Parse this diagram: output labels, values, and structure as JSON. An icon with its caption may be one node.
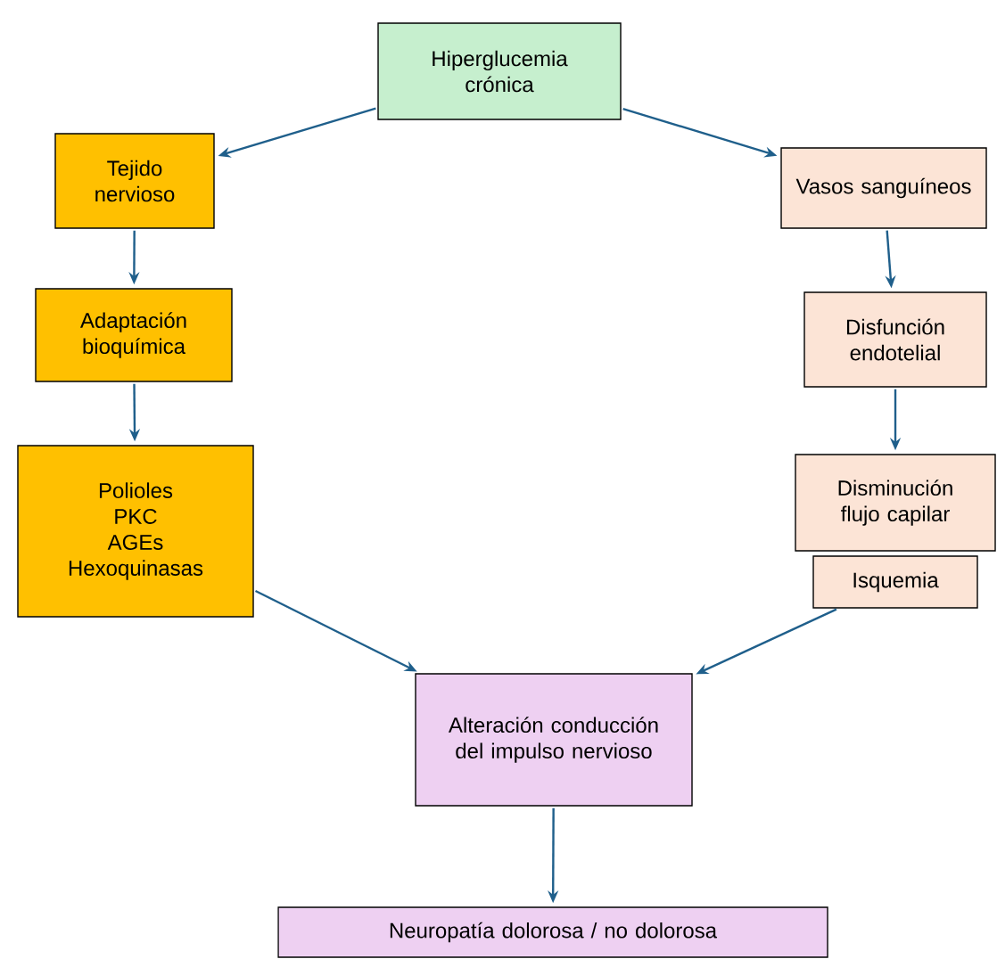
{
  "diagram": {
    "nodes": [
      {
        "text": [
          "Hiperglucemia crónica"
        ]
      },
      {
        "text": [
          "Tejido nervioso"
        ]
      },
      {
        "text": [
          "Vasos sanguíneos"
        ]
      },
      {
        "text": [
          "Adaptación bioquímica"
        ]
      },
      {
        "text": [
          "Disfunción endotelial"
        ]
      },
      {
        "text": [
          "Polioles",
          "PKC",
          "AGEs",
          "Hexoquinasas"
        ]
      },
      {
        "text": [
          "Disminución flujo capilar"
        ]
      },
      {
        "text": [
          "Isquemia"
        ]
      },
      {
        "text": [
          "Alteración conducción del impulso nervioso"
        ]
      },
      {
        "text": [
          "Neuropatía dolorosa / no dolorosa"
        ]
      }
    ],
    "edges": [
      {
        "from": 0,
        "to": 1,
        "arrow": "to"
      },
      {
        "from": 0,
        "to": 2,
        "arrow": "to"
      },
      {
        "from": 1,
        "to": 3,
        "arrow": "to"
      },
      {
        "from": 3,
        "to": 5,
        "arrow": "to"
      },
      {
        "from": 2,
        "to": 4,
        "arrow": "to"
      },
      {
        "from": 4,
        "to": 6,
        "arrow": "to"
      },
      {
        "from": 5,
        "to": 8,
        "arrow": "to"
      },
      {
        "from": 7,
        "to": 8,
        "arrow": "to"
      },
      {
        "from": 8,
        "to": 9,
        "arrow": "to"
      }
    ]
  }
}
